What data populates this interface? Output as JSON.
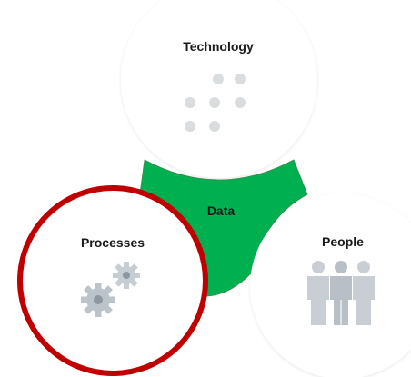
{
  "diagram": {
    "labels": {
      "technology": "Technology",
      "data": "Data",
      "people": "People",
      "processes": "Processes"
    },
    "icons": {
      "technology": "dot-grid-icon",
      "people": "group-of-people-icon",
      "processes": "gears-icon"
    },
    "colors": {
      "data_fill": "#00b050",
      "highlight_ring": "#c00000",
      "icon_gray": "#d9dde0",
      "people_gray": "#c8ced3",
      "gear_gray": "#bcc4cb"
    },
    "highlighted": "processes"
  }
}
